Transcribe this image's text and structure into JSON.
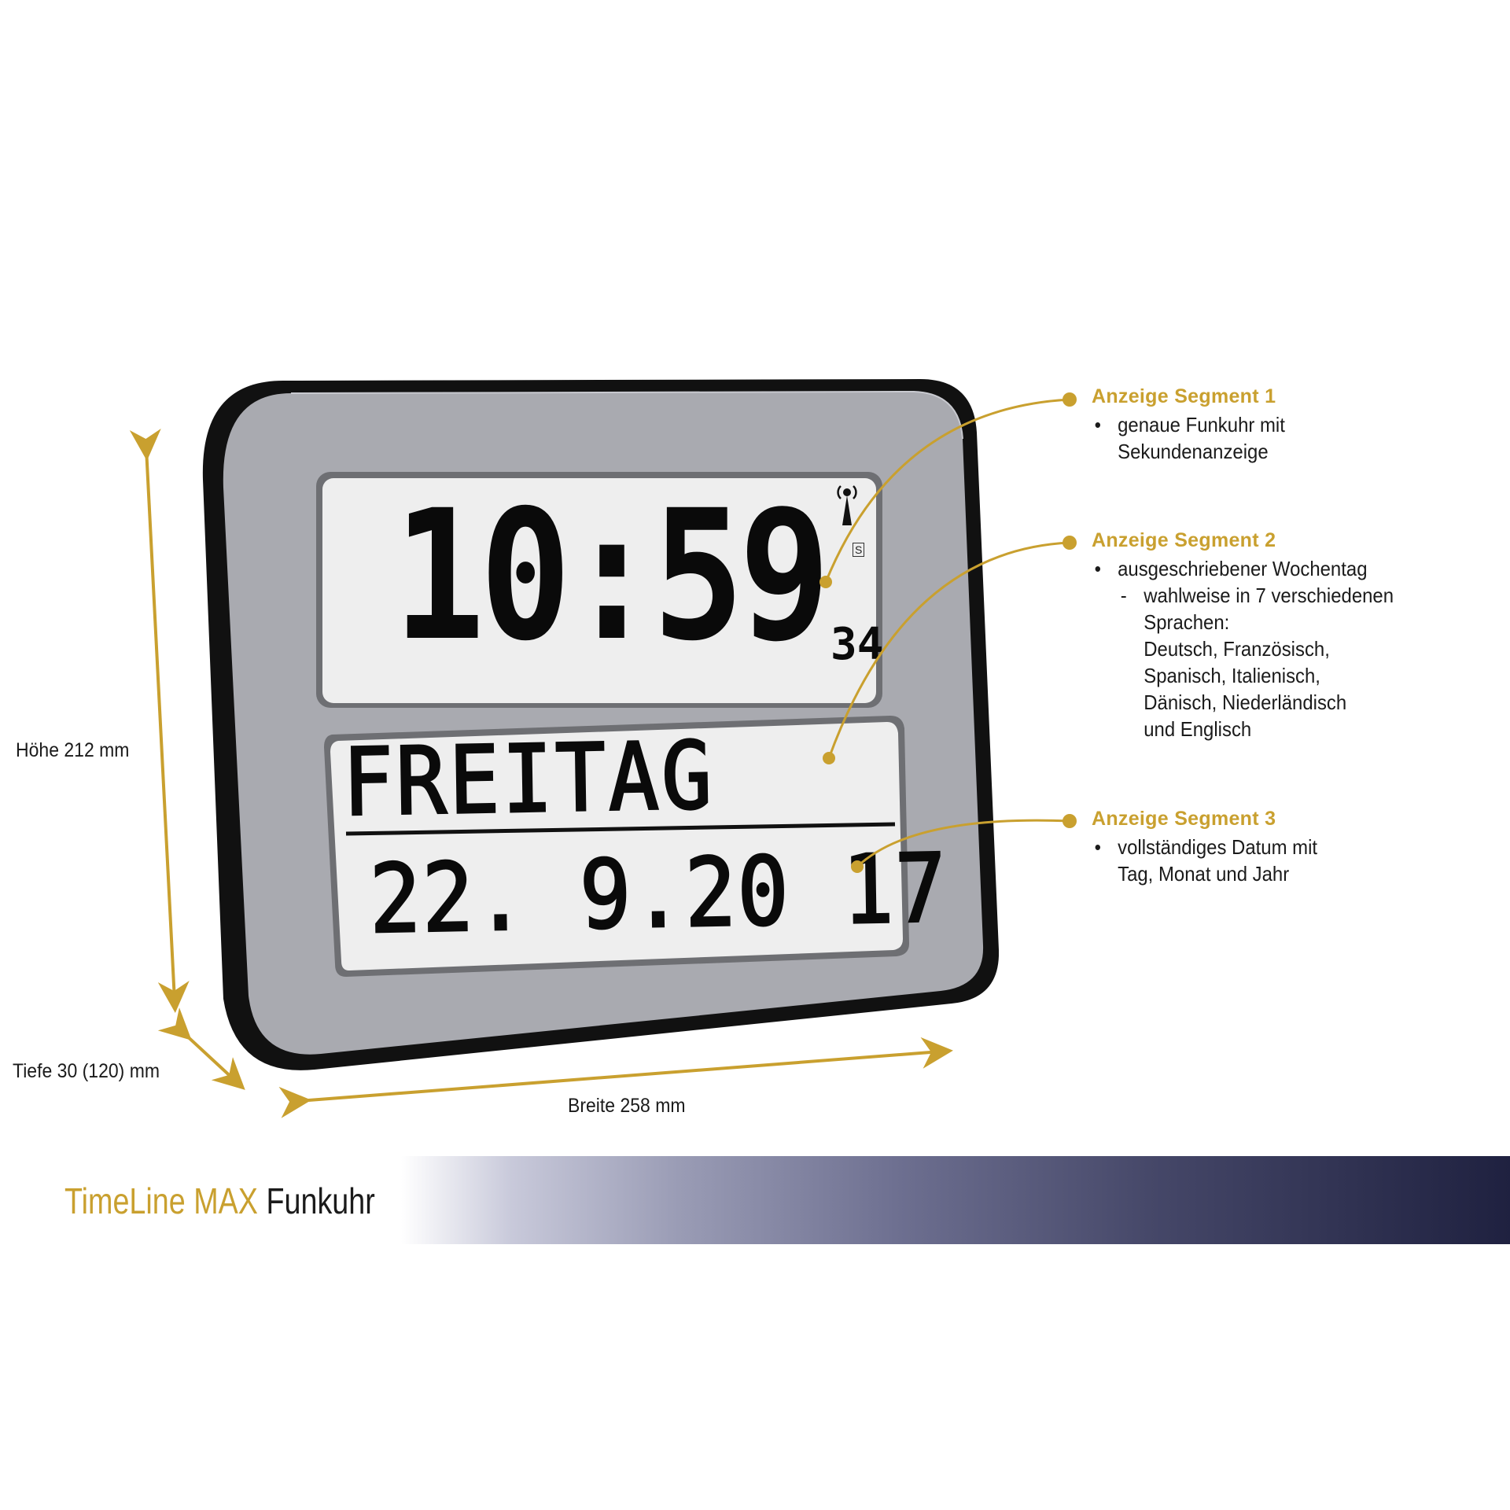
{
  "product": {
    "name_gold": "TimeLine MAX",
    "name_dark": "Funkuhr"
  },
  "clock_display": {
    "time": "10:59",
    "seconds": "34",
    "weekday": "FREITAG",
    "date": "22. 9.20 17",
    "radio_signal_icon": "radio-tower-icon",
    "dst_indicator": "S"
  },
  "dimensions": {
    "height": "Höhe 212 mm",
    "depth": "Tiefe 30 (120) mm",
    "width": "Breite 258 mm"
  },
  "callouts": [
    {
      "title": "Anzeige Segment 1",
      "lines": [
        "genaue Funkuhr mit",
        "Sekundenanzeige"
      ]
    },
    {
      "title": "Anzeige Segment 2",
      "lines": [
        "ausgeschriebener Wochentag",
        "wahlweise in 7 verschiedenen",
        "Sprachen:",
        "Deutsch, Französisch,",
        "Spanisch, Italienisch,",
        "Dänisch, Niederländisch",
        "und Englisch"
      ]
    },
    {
      "title": "Anzeige Segment 3",
      "lines": [
        "vollständiges Datum mit",
        "Tag, Monat und Jahr"
      ]
    }
  ],
  "colors": {
    "accent_gold": "#c9a02f",
    "text_dark": "#1b1b1b",
    "banner_dark": "#1f2140",
    "clock_frame": "#111111",
    "clock_face": "#a9aab0",
    "lcd_bg": "#eeeeee"
  }
}
